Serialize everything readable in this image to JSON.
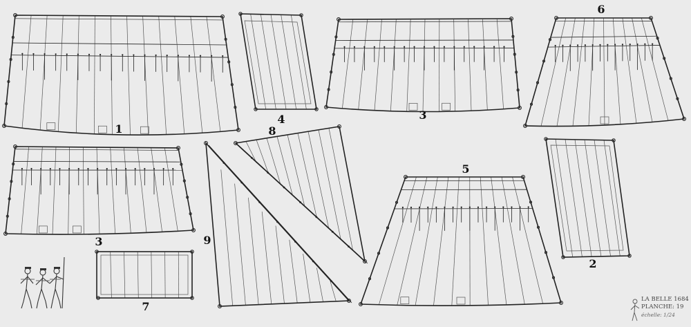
{
  "sails": [
    {
      "id": "sail-1",
      "number": "1"
    },
    {
      "id": "sail-2",
      "number": "2"
    },
    {
      "id": "sail-3a",
      "number": "3"
    },
    {
      "id": "sail-3b",
      "number": "3"
    },
    {
      "id": "sail-4",
      "number": "4"
    },
    {
      "id": "sail-5",
      "number": "5"
    },
    {
      "id": "sail-6",
      "number": "6"
    },
    {
      "id": "sail-7",
      "number": "7"
    },
    {
      "id": "sail-8",
      "number": "8"
    },
    {
      "id": "sail-9",
      "number": "9"
    }
  ],
  "cartouche": {
    "title": "LA BELLE 1684",
    "plate": "PLANCHE: 19",
    "scale": "échelle: 1/24"
  },
  "colors": {
    "paper": "#ebebeb",
    "ink": "#222222",
    "seam": "#555555"
  }
}
